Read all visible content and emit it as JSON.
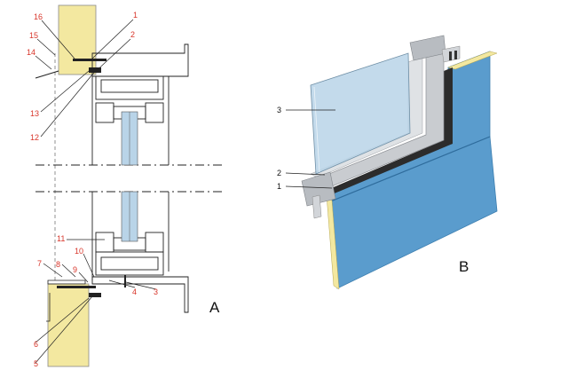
{
  "section_a": {
    "letter": "A",
    "callouts": [
      {
        "id": "c16",
        "text": "16"
      },
      {
        "id": "c1",
        "text": "1"
      },
      {
        "id": "c15",
        "text": "15"
      },
      {
        "id": "c2",
        "text": "2"
      },
      {
        "id": "c14",
        "text": "14"
      },
      {
        "id": "c13",
        "text": "13"
      },
      {
        "id": "c12",
        "text": "12"
      },
      {
        "id": "c11",
        "text": "11"
      },
      {
        "id": "c10",
        "text": "10"
      },
      {
        "id": "c7",
        "text": "7"
      },
      {
        "id": "c8",
        "text": "8"
      },
      {
        "id": "c9",
        "text": "9"
      },
      {
        "id": "c4",
        "text": "4"
      },
      {
        "id": "c3",
        "text": "3"
      },
      {
        "id": "c6",
        "text": "6"
      },
      {
        "id": "c5",
        "text": "5"
      }
    ]
  },
  "section_b": {
    "letter": "B",
    "callouts": [
      {
        "id": "b3",
        "text": "3"
      },
      {
        "id": "b2",
        "text": "2"
      },
      {
        "id": "b1",
        "text": "1"
      }
    ]
  },
  "colors": {
    "insulation": "#f3e8a0",
    "panel": "#5a9ccd",
    "glass": "#b9d4e8",
    "callout": "#d8352a"
  }
}
